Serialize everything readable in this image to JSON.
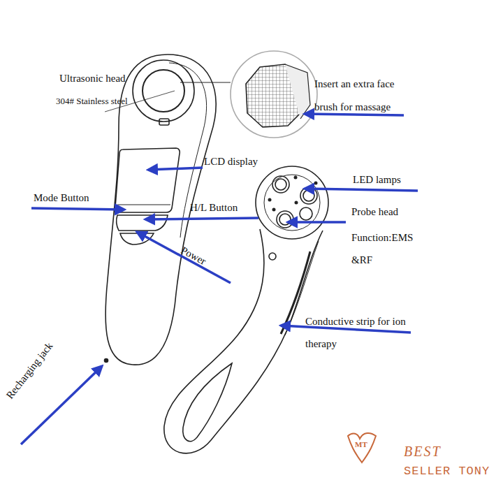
{
  "diagram": {
    "labels": [
      "Ultrasonic head",
      "304# Stainless steel",
      "Insert an extra face brush for massage",
      "LCD display",
      "Mode Button",
      "H/L Button",
      "Power",
      "LED lamps",
      "Probe head",
      "Function:EMS &RF",
      "Conductive strip for ion therapy",
      "Recharging jack",
      "MT",
      "BEST",
      "SELLER TONY"
    ]
  }
}
